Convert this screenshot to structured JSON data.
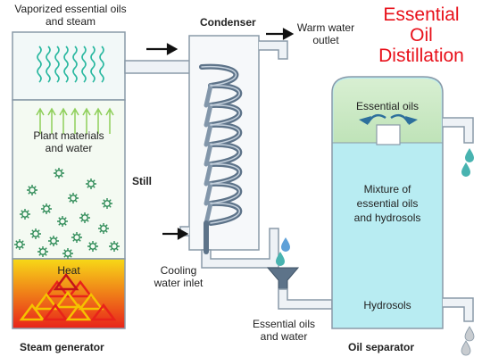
{
  "title": {
    "line1": "Essential",
    "line2": "Oil",
    "line3": "Distillation"
  },
  "labels": {
    "vaporized_line1": "Vaporized essential oils",
    "vaporized_line2": "and steam",
    "plant_line1": "Plant materials",
    "plant_line2": "and water",
    "still": "Still",
    "heat": "Heat",
    "steam_generator": "Steam generator",
    "condenser": "Condenser",
    "warm_line1": "Warm water",
    "warm_line2": "outlet",
    "cooling_line1": "Cooling",
    "cooling_line2": "water inlet",
    "essential_oils_top": "Essential oils",
    "mixture_line1": "Mixture of",
    "mixture_line2": "essential oils",
    "mixture_line3": "and hydrosols",
    "hydrosols": "Hydrosols",
    "eo_water_line1": "Essential oils",
    "eo_water_line2": "and water",
    "oil_separator": "Oil separator"
  },
  "colors": {
    "title": "#e8101a",
    "tank_stroke": "#8a9aa8",
    "still_fill": "#f4faf2",
    "vapor_fill": "#f2f8f8",
    "wave": "#2ab8a0",
    "arrow_green": "#8ecf5a",
    "flower": "#2e8b57",
    "heat_top": "#f7d917",
    "heat_bottom": "#e8231a",
    "pipe_fill": "#eef2f6",
    "coil": "#5d7389",
    "separator_top": "#c5e6bf",
    "separator_body": "#b8ecf2",
    "drop_blue": "#5ea0d8",
    "drop_teal": "#48b3b0",
    "drop_gray": "#c8ccd0"
  }
}
